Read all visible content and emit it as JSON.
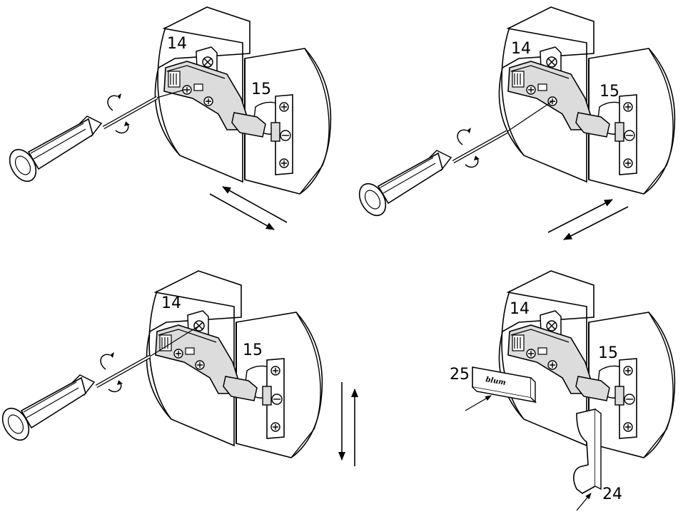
{
  "panels": [
    {
      "id": "top-left",
      "part_a": "14",
      "part_b": "15",
      "adjustment": "depth"
    },
    {
      "id": "top-right",
      "part_a": "14",
      "part_b": "15",
      "adjustment": "side"
    },
    {
      "id": "bottom-left",
      "part_a": "14",
      "part_b": "15",
      "adjustment": "height"
    },
    {
      "id": "bottom-right",
      "part_a": "14",
      "part_b": "15",
      "cover_cap": "25",
      "arm_cover": "24",
      "logo": "blum"
    }
  ],
  "colors": {
    "line": "#000000",
    "fill": "#ffffff",
    "metal": "#dcdcdc"
  }
}
